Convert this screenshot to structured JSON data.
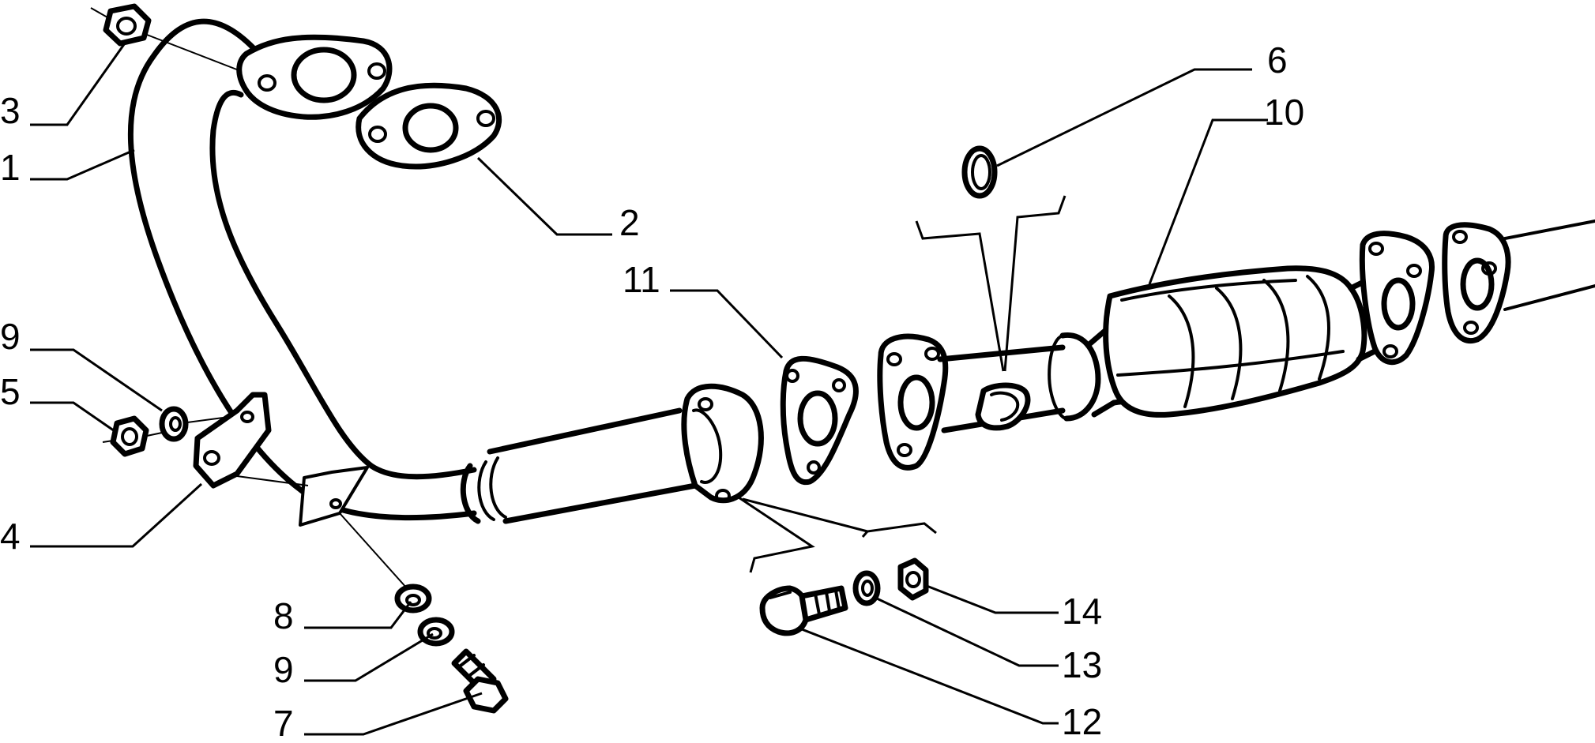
{
  "diagram": {
    "callouts": [
      {
        "id": "3",
        "text": "3"
      },
      {
        "id": "1",
        "text": "1"
      },
      {
        "id": "9a",
        "text": "9"
      },
      {
        "id": "5",
        "text": "5"
      },
      {
        "id": "4",
        "text": "4"
      },
      {
        "id": "2",
        "text": "2"
      },
      {
        "id": "11",
        "text": "11"
      },
      {
        "id": "6",
        "text": "6"
      },
      {
        "id": "10",
        "text": "10"
      },
      {
        "id": "8",
        "text": "8"
      },
      {
        "id": "9b",
        "text": "9"
      },
      {
        "id": "7",
        "text": "7"
      },
      {
        "id": "14",
        "text": "14"
      },
      {
        "id": "13",
        "text": "13"
      },
      {
        "id": "12",
        "text": "12"
      }
    ]
  }
}
